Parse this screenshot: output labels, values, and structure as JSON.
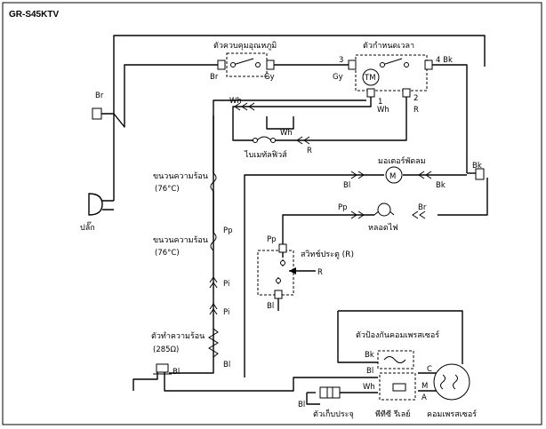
{
  "title": "GR-S45KTV",
  "components": {
    "thermostat": "ตัวควบคุมอุณหภูมิ",
    "timer": "ตัวกำหนดเวลา",
    "thermal_fuse": "ไบเมทัลฟิวส์",
    "fan_motor": "มอเตอร์พัดลม",
    "lamp": "หลอดไฟ",
    "door_switch": "สวิทช์ประตู (R)",
    "heater_coil_1": "ขนวนความร้อน",
    "heater_coil_1_temp": "(76°C)",
    "heater_coil_2": "ขนวนความร้อน",
    "heater_coil_2_temp": "(76°C)",
    "heater": "ตัวทำความร้อน",
    "heater_value": "(285Ω)",
    "overload": "ตัวป้องกันคอมเพรสเซอร์",
    "relay": "พีทีซี รีเลย์",
    "compressor": "คอมเพรสเซอร์",
    "capacitor": "ตัวเก็บประจุ",
    "plug": "ปลั๊ก"
  },
  "wire_labels": {
    "br_left": "Br",
    "br_thermo": "Br",
    "gy_thermo": "Gy",
    "gy_timer": "Gy",
    "t3": "3",
    "t4bk": "4 Bk",
    "tm": "TM",
    "t1": "1",
    "t2": "2",
    "wh_timer": "Wh",
    "r_timer": "R",
    "wh_top": "Wh",
    "wh_fuse": "Wh",
    "r_fuse": "R",
    "bl_fan": "Bl",
    "bk_fan": "Bk",
    "m": "M",
    "bk_right": "Bk",
    "pp_lamp": "Pp",
    "br_lamp": "Br",
    "pp_coil": "Pp",
    "pp_switch": "Pp",
    "r_switch": "R",
    "bl_switch": "Bl",
    "pi_1": "Pi",
    "pi_2": "Pi",
    "bl_heater": "Bl",
    "bl_ground": "Bl",
    "bk_ol": "Bk",
    "c": "C",
    "bl_relay": "Bl",
    "wh_relay": "Wh",
    "m_relay": "M",
    "a": "A",
    "bl_cap": "Bl"
  }
}
